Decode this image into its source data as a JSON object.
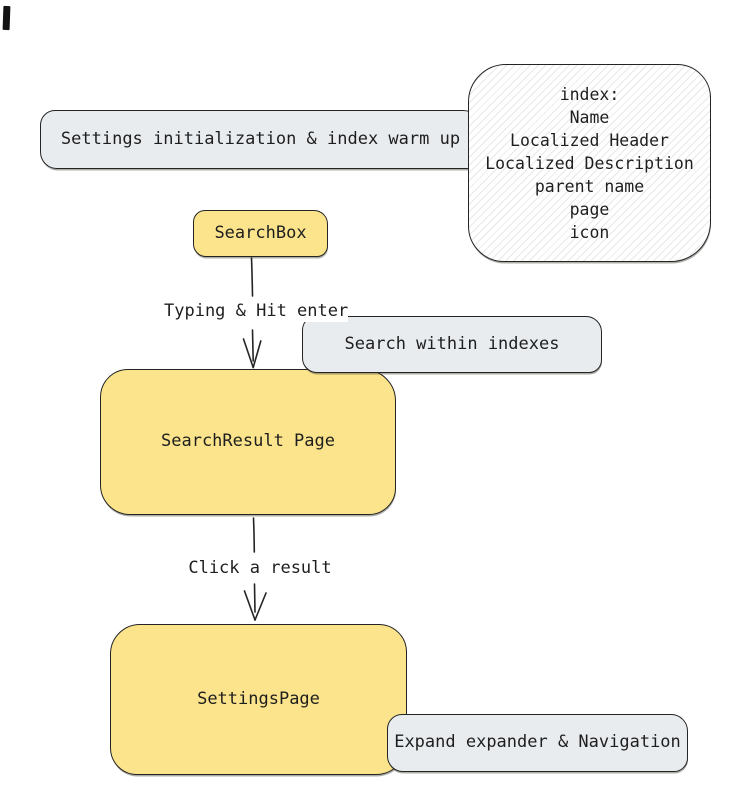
{
  "diagram": {
    "nodes": {
      "warmup": {
        "label": "Settings initialization & index warm up"
      },
      "index_note": {
        "title": "index:",
        "lines": [
          "Name",
          "Localized Header",
          "Localized Description",
          "parent name",
          "page",
          "icon"
        ]
      },
      "searchbox": {
        "label": "SearchBox"
      },
      "search_within": {
        "label": "Search within indexes"
      },
      "search_result": {
        "label": "SearchResult Page"
      },
      "settings_page": {
        "label": "SettingsPage"
      },
      "expand_nav": {
        "label": "Expand expander & Navigation"
      }
    },
    "edges": {
      "typing": {
        "label": "Typing & Hit enter"
      },
      "click": {
        "label": "Click a result"
      }
    },
    "colors": {
      "node_yellow": "#FBE48C",
      "node_gray": "#E9ECEF",
      "stroke": "#242424",
      "text": "#1E1E1E"
    }
  }
}
